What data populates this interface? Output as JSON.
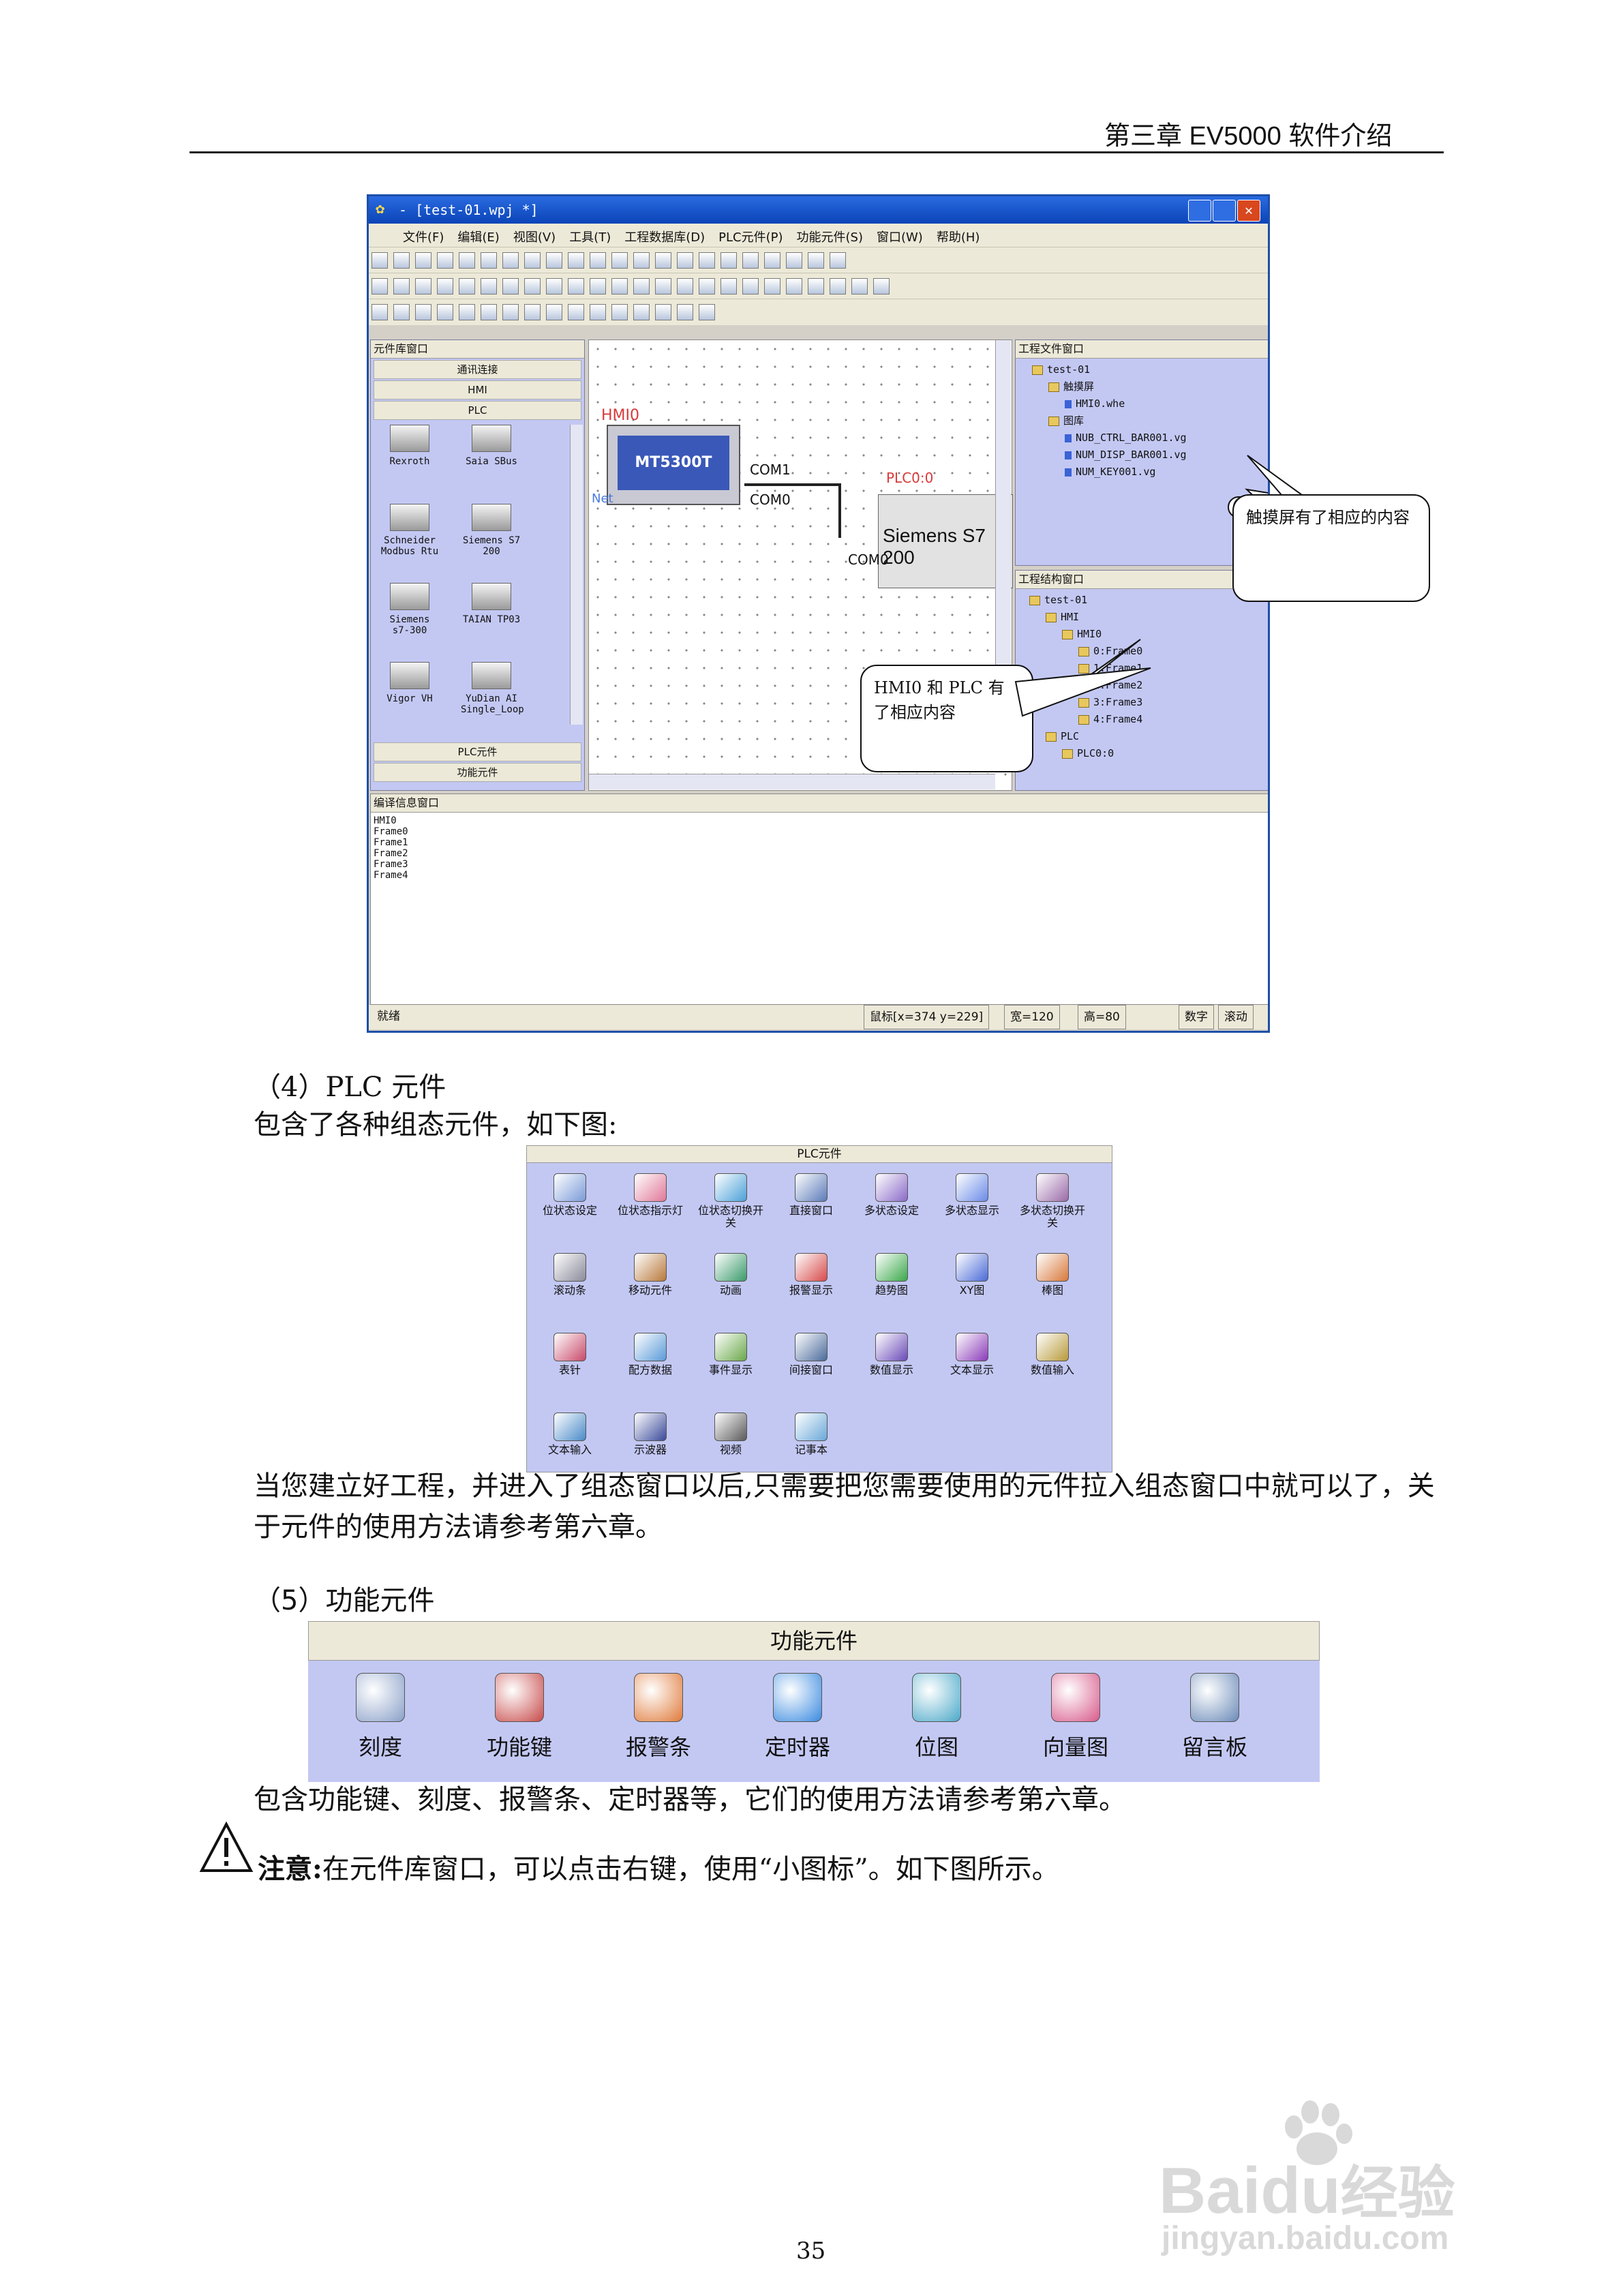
{
  "header": {
    "chapter": "第三章  EV5000 软件介绍"
  },
  "screenshot": {
    "title": "- [test-01.wpj *]",
    "menu": [
      "文件(F)",
      "编辑(E)",
      "视图(V)",
      "工具(T)",
      "工程数据库(D)",
      "PLC元件(P)",
      "功能元件(S)",
      "窗口(W)",
      "帮助(H)"
    ],
    "lib_title": "元件库窗口",
    "lib_buttons_top": [
      "通讯连接",
      "HMI",
      "PLC"
    ],
    "lib_buttons_bottom": [
      "PLC元件",
      "功能元件"
    ],
    "devices": [
      {
        "label": "Rexroth"
      },
      {
        "label": "Saia SBus"
      },
      {
        "label": "Schneider Modbus Rtu"
      },
      {
        "label": "Siemens S7 200"
      },
      {
        "label": "Siemens s7-300"
      },
      {
        "label": "TAIAN TP03"
      },
      {
        "label": "Vigor VH"
      },
      {
        "label": "YuDian AI Single_Loop"
      }
    ],
    "canvas": {
      "hmi_label": "HMI0",
      "hmi_model": "MT5300T",
      "com1": "COM1",
      "com0": "COM0",
      "net": "Net",
      "plc_label": "PLC0:0",
      "plc_name": "Siemens S7 200",
      "plc_com": "COM0"
    },
    "project_file_title": "工程文件窗口",
    "project_file_tree": [
      "test-01",
      "触摸屏",
      "HMI0.whe",
      "图库",
      "NUB_CTRL_BAR001.vg",
      "NUM_DISP_BAR001.vg",
      "NUM_KEY001.vg"
    ],
    "project_struct_title": "工程结构窗口",
    "project_struct_tree": [
      "test-01",
      "HMI",
      "HMI0",
      "0:Frame0",
      "1:Frame1",
      "2:Frame2",
      "3:Frame3",
      "4:Frame4",
      "PLC",
      "PLC0:0"
    ],
    "compile_title": "编译信息窗口",
    "compile_lines": [
      "HMI0",
      "Frame0",
      "Frame1",
      "Frame2",
      "Frame3",
      "Frame4"
    ],
    "status": {
      "ready": "就绪",
      "mouse": "鼠标[x=374 y=229]",
      "width": "宽=120",
      "height": "高=80",
      "num": "数字",
      "scroll": "滚动"
    },
    "callout_top": "触摸屏有了相应的内容",
    "callout_bottom": "HMI0 和 PLC 有了相应内容"
  },
  "section4": {
    "heading": "（4）PLC 元件",
    "intro": "包含了各种组态元件，如下图:"
  },
  "plc_panel": {
    "title": "PLC元件",
    "items": [
      {
        "label": "位状态设定",
        "color": "#7a9ad8"
      },
      {
        "label": "位状态指示灯",
        "color": "#e07898"
      },
      {
        "label": "位状态切换开关",
        "color": "#4aa0d8"
      },
      {
        "label": "直接窗口",
        "color": "#5a7ab8"
      },
      {
        "label": "多状态设定",
        "color": "#8a6ac8"
      },
      {
        "label": "多状态显示",
        "color": "#6a8ae8"
      },
      {
        "label": "多状态切换开关",
        "color": "#9a6aa8"
      },
      {
        "label": "滚动条",
        "color": "#8a8a9a"
      },
      {
        "label": "移动元件",
        "color": "#b8783a"
      },
      {
        "label": "动画",
        "color": "#3a9a6a"
      },
      {
        "label": "报警显示",
        "color": "#d84a4a"
      },
      {
        "label": "趋势图",
        "color": "#3aa84a"
      },
      {
        "label": "XY图",
        "color": "#4a6ad8"
      },
      {
        "label": "棒图",
        "color": "#d8783a"
      },
      {
        "label": "表针",
        "color": "#c84a6a"
      },
      {
        "label": "配方数据",
        "color": "#5a9ad8"
      },
      {
        "label": "事件显示",
        "color": "#6aa84a"
      },
      {
        "label": "间接窗口",
        "color": "#4a6a9a"
      },
      {
        "label": "数值显示",
        "color": "#6a4ab8"
      },
      {
        "label": "文本显示",
        "color": "#8a3ab8"
      },
      {
        "label": "数值输入",
        "color": "#b89a3a"
      },
      {
        "label": "文本输入",
        "color": "#4a8ac8"
      },
      {
        "label": "示波器",
        "color": "#3a4a9a"
      },
      {
        "label": "视频",
        "color": "#5a5a5a"
      },
      {
        "label": "记事本",
        "color": "#6aa8d8"
      }
    ]
  },
  "para1": "当您建立好工程，并进入了组态窗口以后,只需要把您需要使用的元件拉入组态窗口中就可以了，关于元件的使用方法请参考第六章。",
  "section5": {
    "heading": "（5）功能元件"
  },
  "func_panel": {
    "title": "功能元件",
    "items": [
      {
        "label": "刻度",
        "color": "#8aa0c8"
      },
      {
        "label": "功能键",
        "color": "#c84a4a"
      },
      {
        "label": "报警条",
        "color": "#e07a3a"
      },
      {
        "label": "定时器",
        "color": "#3a8ae0"
      },
      {
        "label": "位图",
        "color": "#4aa8c8"
      },
      {
        "label": "向量图",
        "color": "#d85a8a"
      },
      {
        "label": "留言板",
        "color": "#6a8ab8"
      }
    ]
  },
  "para2": "包含功能键、刻度、报警条、定时器等，它们的使用方法请参考第六章。",
  "note": {
    "bold": "注意:",
    "text": "在元件库窗口，可以点击右键，使用“小图标”。如下图所示。"
  },
  "watermark": {
    "brand": "Bai",
    "brand2": "du",
    "brand3": "经验",
    "url": "jingyan.baidu.com"
  },
  "page_number": "35"
}
